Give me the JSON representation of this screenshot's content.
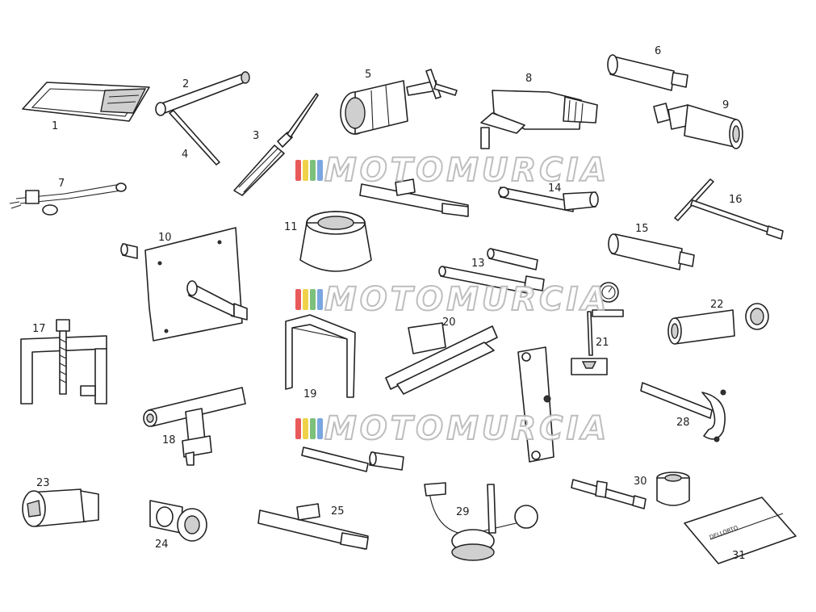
{
  "watermark": {
    "text": "MOTOMURCIA",
    "stripe_colors": [
      "#e85a5a",
      "#f0d24a",
      "#7cc07c",
      "#7aa6e0"
    ]
  },
  "labels": [
    "1",
    "2",
    "3",
    "4",
    "5",
    "6",
    "7",
    "8",
    "9",
    "10",
    "11",
    "13",
    "14",
    "15",
    "16",
    "17",
    "18",
    "19",
    "20",
    "21",
    "22",
    "23",
    "24",
    "25",
    "28",
    "29",
    "30",
    "31"
  ],
  "book_text": "DELLORTO"
}
